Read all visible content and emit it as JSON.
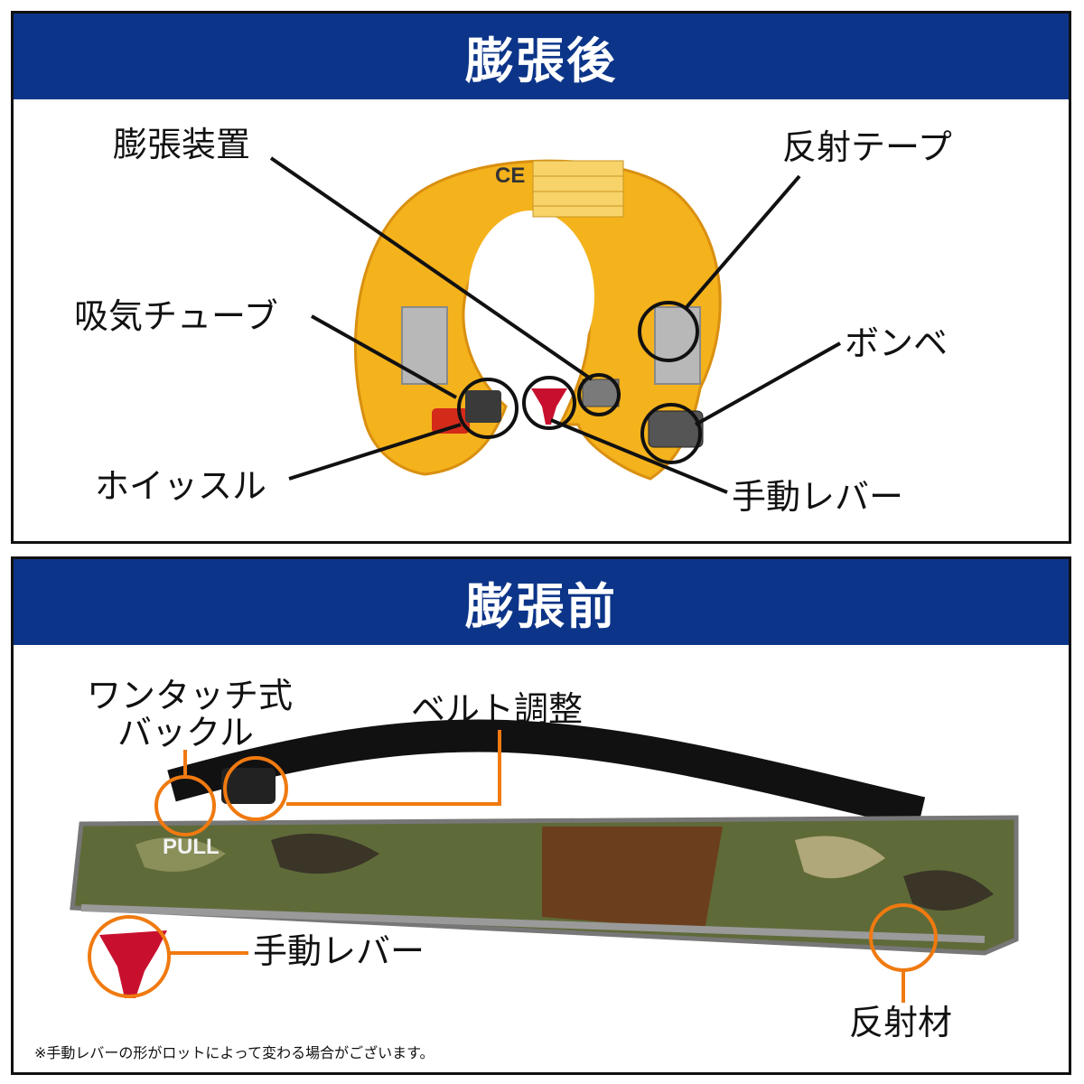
{
  "top_panel": {
    "title": "膨張後",
    "labels": {
      "inflator": "膨張装置",
      "reflective_tape": "反射テープ",
      "inlet_tube": "吸気チューブ",
      "cylinder": "ボンベ",
      "whistle": "ホイッスル",
      "manual_lever": "手動レバー"
    },
    "product_text": {
      "ce_mark": "CE"
    }
  },
  "bottom_panel": {
    "title": "膨張前",
    "labels": {
      "buckle_line1": "ワンタッチ式",
      "buckle_line2": "バックル",
      "belt_adjust": "ベルト調整",
      "manual_lever": "手動レバー",
      "reflective_material": "反射材"
    },
    "product_text": {
      "pull": "PULL"
    },
    "footnote": "※手動レバーの形がロットによって変わる場合がございます。"
  },
  "colors": {
    "header_bg": "#0c3589",
    "vest_yellow": "#f4b21c",
    "callout_orange": "#f07a10",
    "lever_red": "#c8102e"
  }
}
